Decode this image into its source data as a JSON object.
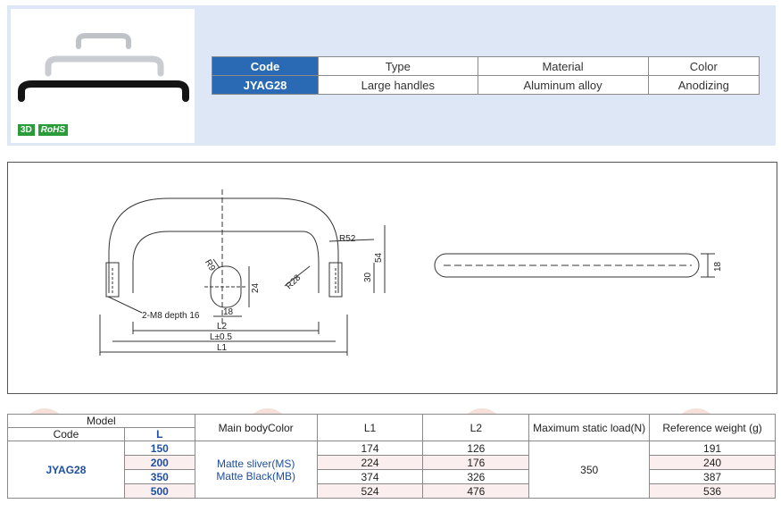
{
  "header": {
    "badges": [
      "3D",
      "RoHS"
    ],
    "spec": {
      "head": [
        "Code",
        "Type",
        "Material",
        "Color"
      ],
      "row": [
        "JYAG28",
        "Large handles",
        "Aluminum alloy",
        "Anodizing"
      ]
    }
  },
  "drawing": {
    "dims": {
      "r52": "R52",
      "r9": "R9",
      "r28": "R28",
      "d24": "24",
      "d18a": "18",
      "d30": "30",
      "d54": "54",
      "d18b": "18",
      "m8": "2-M8 depth 16",
      "l2": "L2",
      "l": "L±0.5",
      "l1": "L1"
    }
  },
  "table": {
    "headers": {
      "model": "Model",
      "code": "Code",
      "l": "L",
      "color": "Main bodyColor",
      "l1": "L1",
      "l2": "L2",
      "load": "Maximum static load(N)",
      "weight": "Reference weight (g)"
    },
    "code": "JYAG28",
    "colors": [
      "Matte sliver(MS)",
      "Matte Black(MB)"
    ],
    "load": "350",
    "rows": [
      {
        "l": "150",
        "l1": "174",
        "l2": "126",
        "weight": "191"
      },
      {
        "l": "200",
        "l1": "224",
        "l2": "176",
        "weight": "240"
      },
      {
        "l": "350",
        "l1": "374",
        "l2": "326",
        "weight": "387"
      },
      {
        "l": "500",
        "l1": "524",
        "l2": "476",
        "weight": "536"
      }
    ]
  },
  "colors": {
    "header_bg": "#dde7f5",
    "code_cell": "#2a6ab4",
    "accent_text": "#1f4fa0",
    "stripe": "#fbeeee"
  }
}
